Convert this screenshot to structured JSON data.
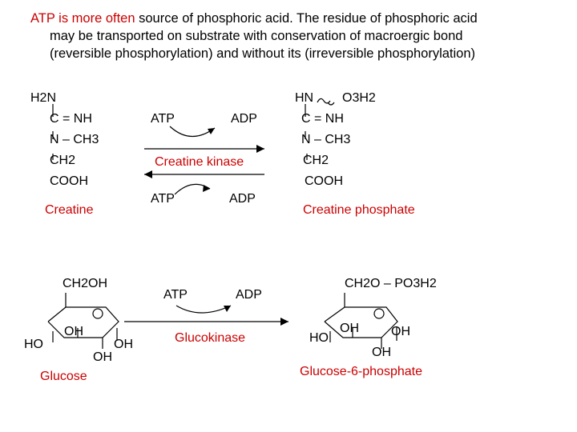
{
  "intro": {
    "red_part": "ATP is more often",
    "line1_rest": " source of phosphoric acid. The residue of phosphoric acid",
    "line2": "may be transported on substrate with conservation of macroergic bond",
    "line3": "(reversible phosphorylation) and without its (irreversible phosphorylation)"
  },
  "creatine": {
    "h2n": "H2N",
    "c_nh": "C = NH",
    "n_ch3": "N – CH3",
    "ch2": "CH2",
    "cooh": "COOH",
    "label": "Creatine"
  },
  "reaction1": {
    "atp_top": "ATP",
    "adp_top": "ADP",
    "enzyme": "Creatine kinase",
    "atp_bottom": "ATP",
    "adp_bottom": "ADP"
  },
  "creatine_phosphate": {
    "hn": "HN",
    "o3h2": "O3H2",
    "c_nh": "C = NH",
    "n_ch3": "N – CH3",
    "ch2": "CH2",
    "cooh": "COOH",
    "label": "Creatine phosphate"
  },
  "glucose": {
    "ch2oh": "CH2OH",
    "ho": "HO",
    "oh1": "OH",
    "oh2": "OH",
    "oh3": "OH",
    "label": "Glucose"
  },
  "reaction2": {
    "atp": "ATP",
    "adp": "ADP",
    "enzyme": "Glucokinase"
  },
  "glucose6p": {
    "ch2o_po3h2": "CH2O – PO3H2",
    "ho": "HO",
    "oh1": "OH",
    "oh2": "OH",
    "oh3": "OH",
    "label": "Glucose-6-phosphate"
  },
  "colors": {
    "red_text": "#cc0000",
    "black": "#000000"
  }
}
